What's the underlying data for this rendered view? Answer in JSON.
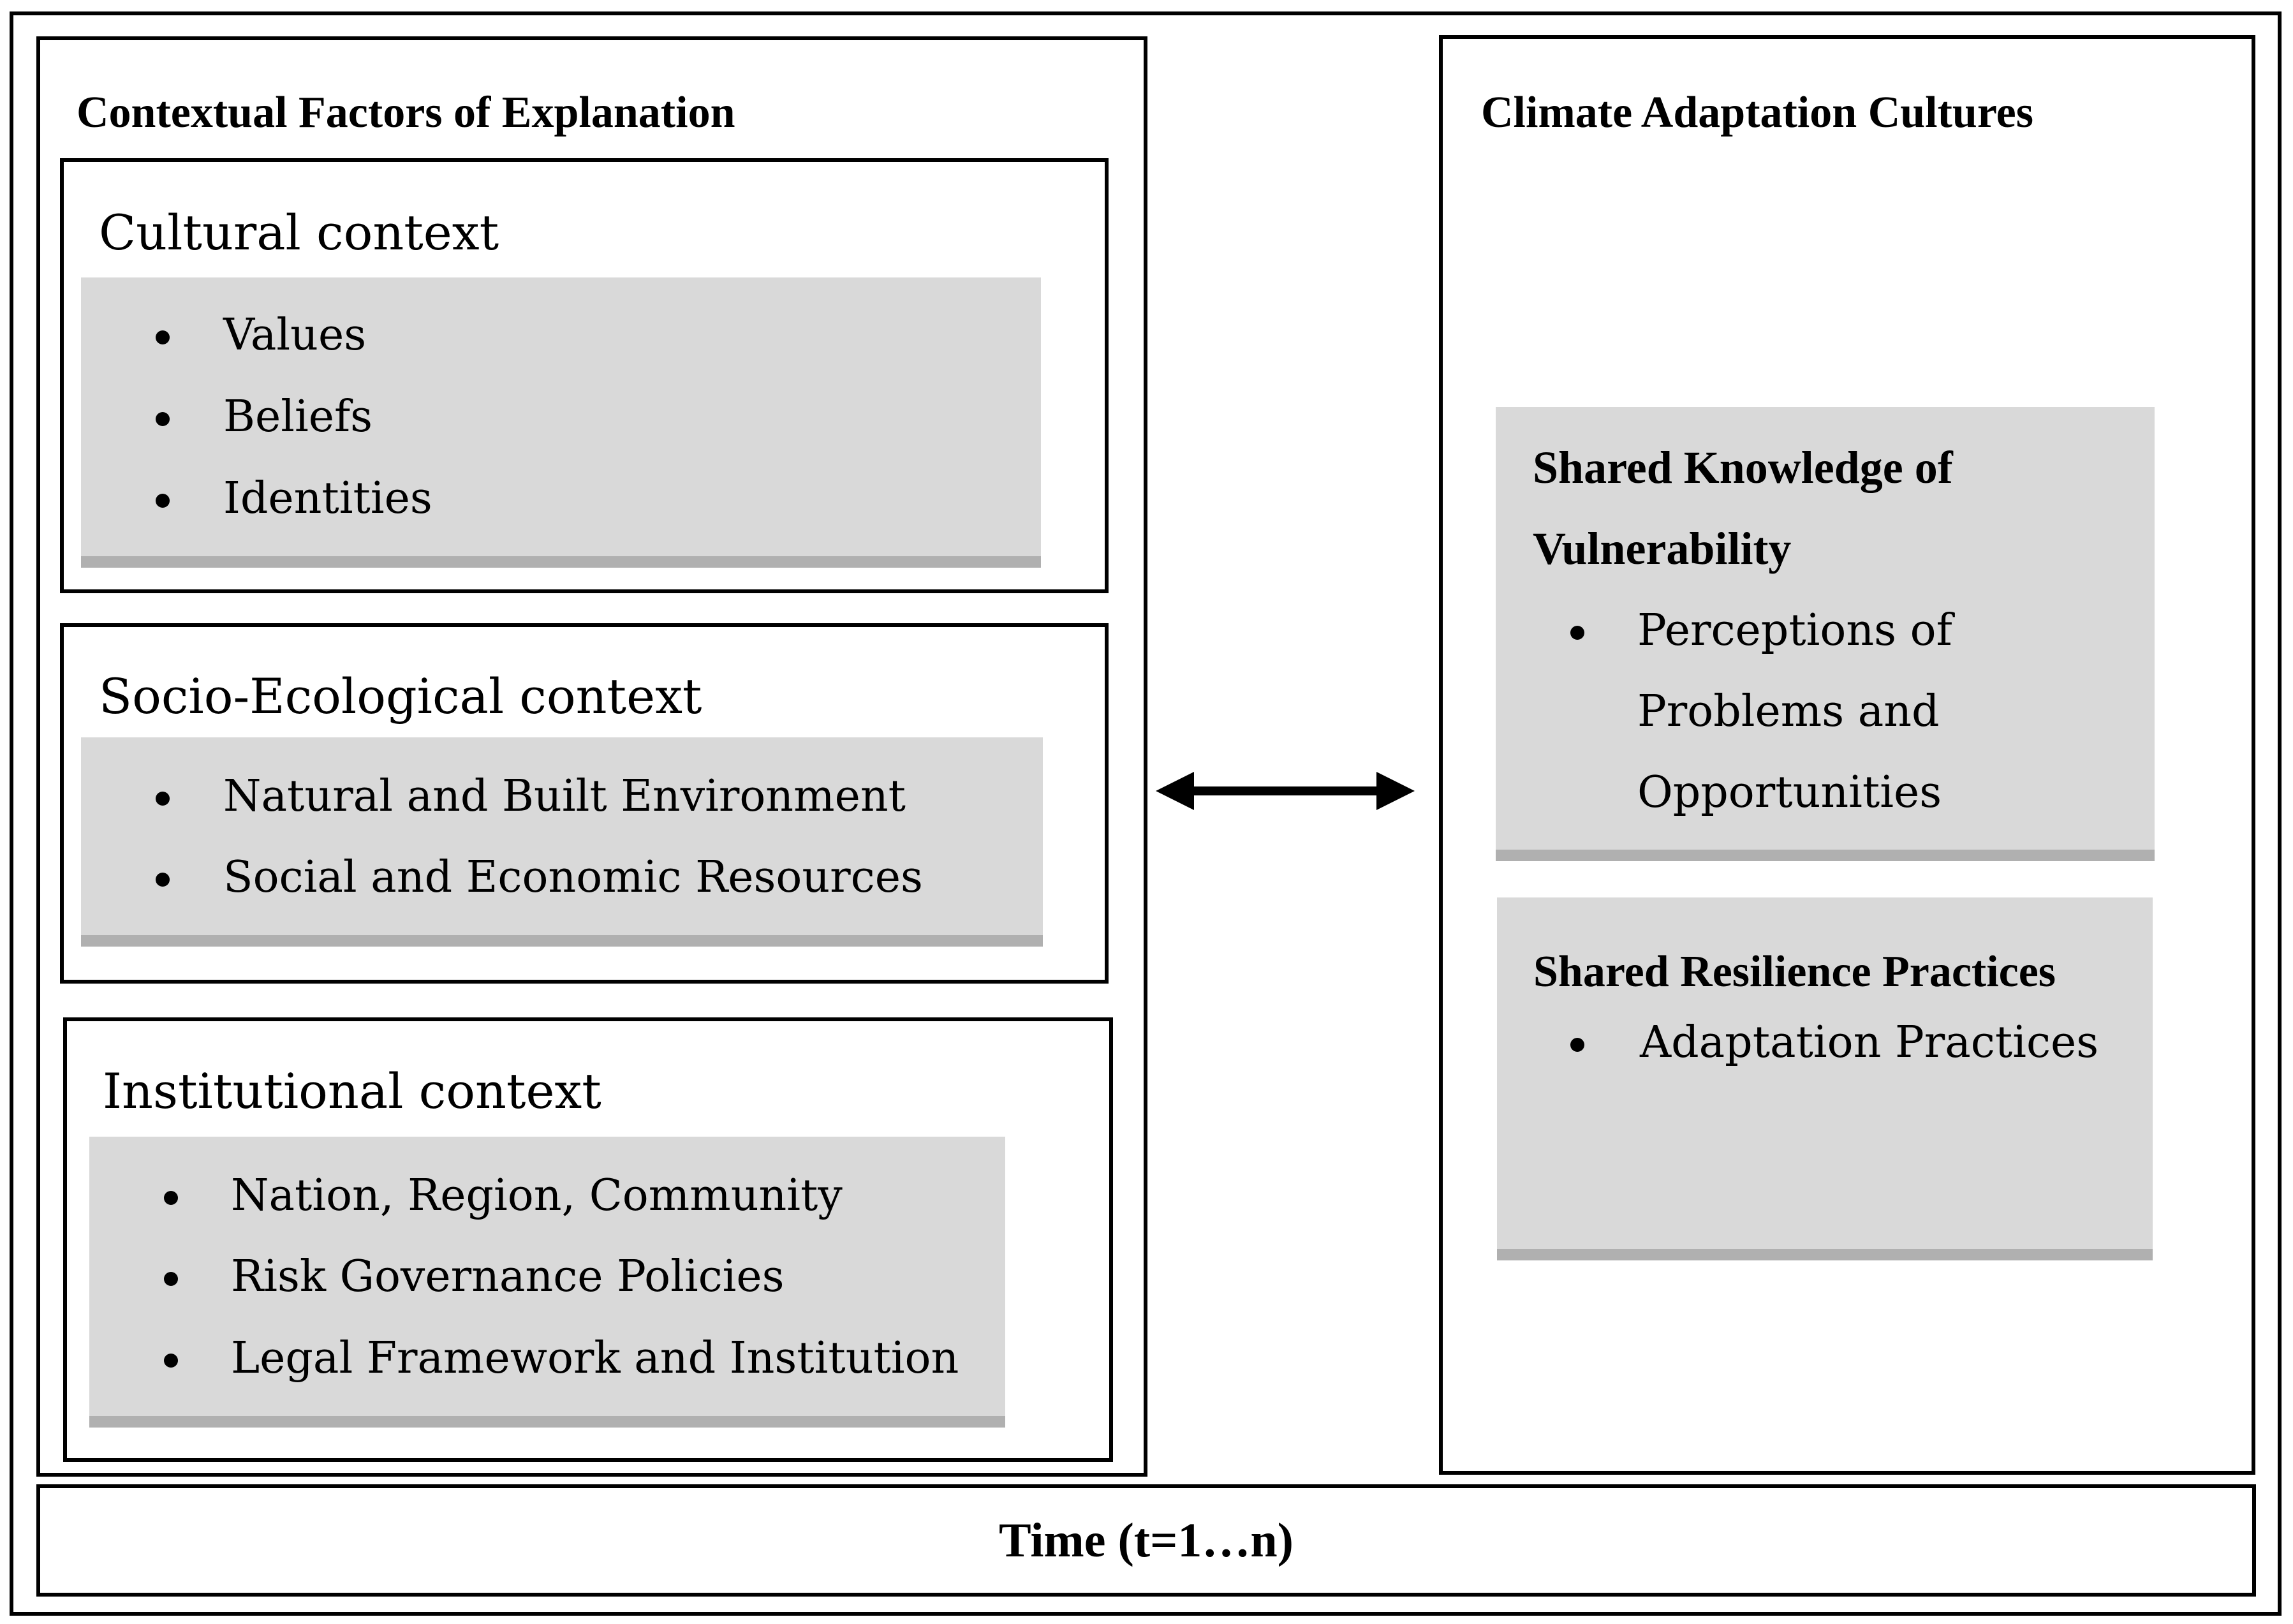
{
  "left_panel": {
    "title": "Contextual Factors of Explanation",
    "cultural": {
      "title": "Cultural context",
      "items": [
        "Values",
        "Beliefs",
        "Identities"
      ]
    },
    "socio_ecological": {
      "title": "Socio-Ecological context",
      "items": [
        "Natural and Built Environment",
        "Social and Economic Resources"
      ]
    },
    "institutional": {
      "title": "Institutional context",
      "items": [
        "Nation, Region, Community",
        "Risk Governance Policies",
        "Legal Framework and Institution"
      ]
    }
  },
  "right_panel": {
    "title": "Climate Adaptation Cultures",
    "knowledge": {
      "title_line1": "Shared Knowledge of",
      "title_line2": "Vulnerability",
      "item_lines": [
        "Perceptions of",
        "Problems and",
        "Opportunities"
      ]
    },
    "resilience": {
      "title": "Shared Resilience Practices",
      "items": [
        "Adaptation Practices"
      ]
    }
  },
  "time_bar": {
    "label": "Time (t=1…n)"
  },
  "connector": {
    "icon": "double-headed-arrow-icon"
  }
}
